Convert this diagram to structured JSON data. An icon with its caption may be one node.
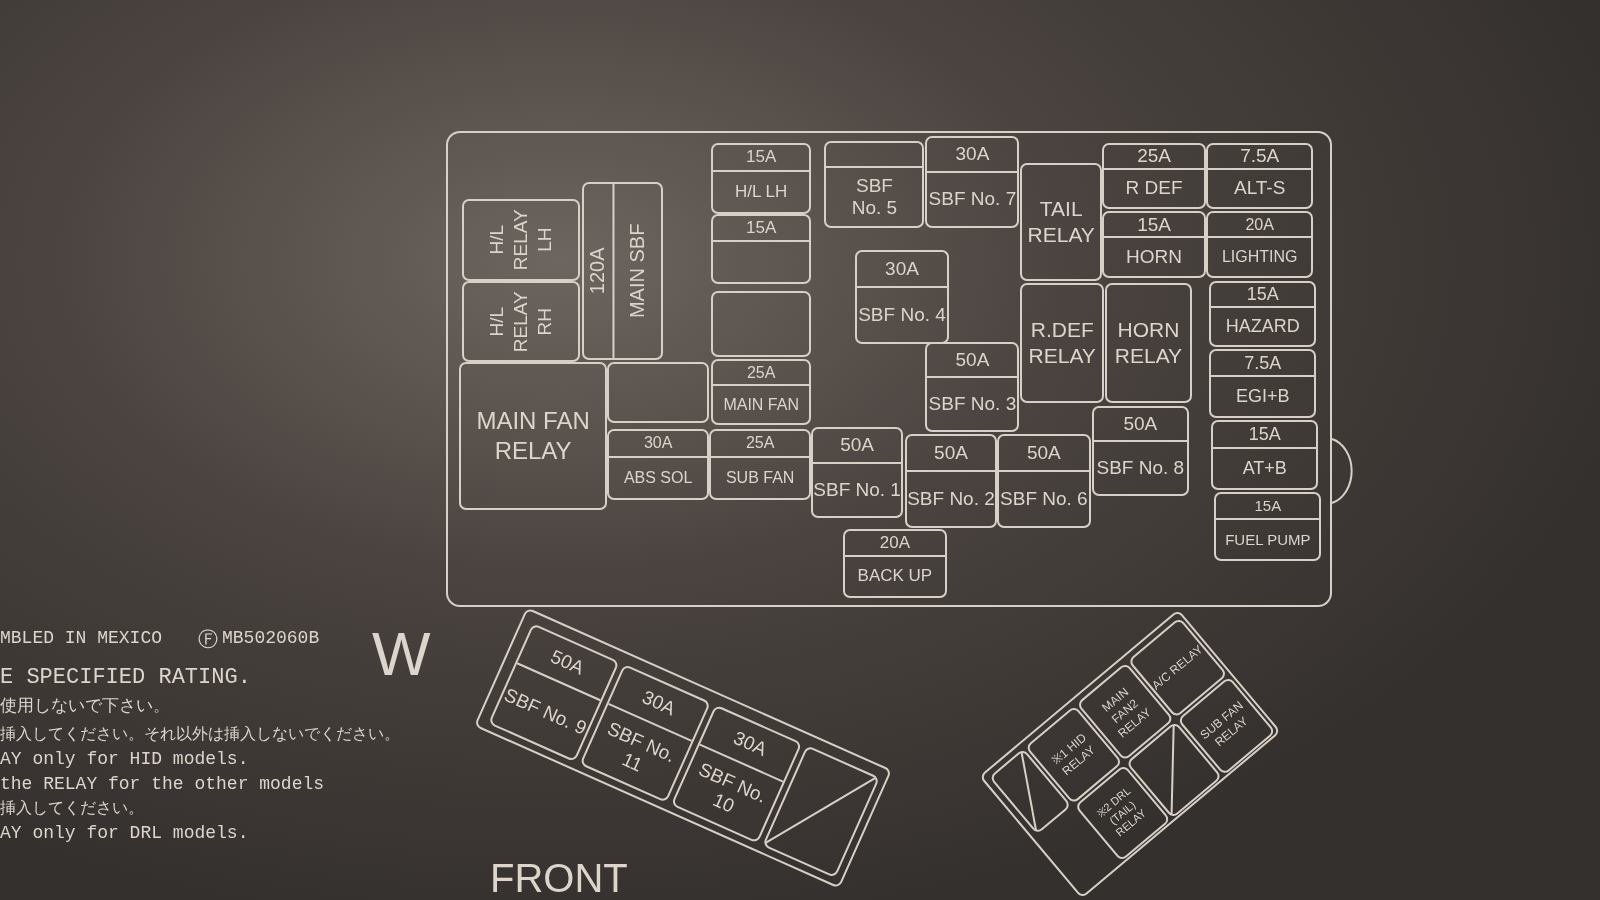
{
  "diagram": {
    "nodes": [
      {
        "text": [],
        "shape": "box"
      },
      {
        "text": [
          "H/L RELAY LH"
        ],
        "in": 0
      },
      {
        "text": [
          "H/L RELAY RH"
        ],
        "in": 0
      },
      {
        "text": [
          "120A",
          "MAIN SBF"
        ],
        "in": 0
      },
      {
        "text": [
          "15A",
          "H/L LH"
        ],
        "in": 0
      },
      {
        "text": [
          "15A"
        ],
        "in": 0
      },
      {
        "text": [],
        "shape": "box",
        "in": 0
      },
      {
        "text": [
          "MAIN FAN RELAY"
        ],
        "in": 0
      },
      {
        "text": [],
        "shape": "box",
        "in": 0
      },
      {
        "text": [
          "25A",
          "MAIN FAN"
        ],
        "in": 0
      },
      {
        "text": [
          "30A",
          "ABS SOL"
        ],
        "in": 0
      },
      {
        "text": [
          "25A",
          "SUB FAN"
        ],
        "in": 0
      },
      {
        "text": [
          "SBF No. 5"
        ],
        "in": 0
      },
      {
        "text": [
          "30A",
          "SBF No. 7"
        ],
        "in": 0
      },
      {
        "text": [
          "TAIL RELAY"
        ],
        "in": 0
      },
      {
        "text": [
          "25A",
          "R DEF"
        ],
        "in": 0
      },
      {
        "text": [
          "7.5A",
          "ALT-S"
        ],
        "in": 0
      },
      {
        "text": [
          "15A",
          "HORN"
        ],
        "in": 0
      },
      {
        "text": [
          "20A",
          "LIGHTING"
        ],
        "in": 0
      },
      {
        "text": [
          "30A",
          "SBF No. 4"
        ],
        "in": 0
      },
      {
        "text": [
          "R.DEF RELAY"
        ],
        "in": 0
      },
      {
        "text": [
          "HORN RELAY"
        ],
        "in": 0
      },
      {
        "text": [
          "15A",
          "HAZARD"
        ],
        "in": 0
      },
      {
        "text": [
          "50A",
          "SBF No. 3"
        ],
        "in": 0
      },
      {
        "text": [
          "7.5A",
          "EGI+B"
        ],
        "in": 0
      },
      {
        "text": [
          "50A",
          "SBF No. 8"
        ],
        "in": 0
      },
      {
        "text": [
          "15A",
          "AT+B"
        ],
        "in": 0
      },
      {
        "text": [
          "50A",
          "SBF No. 1"
        ],
        "in": 0
      },
      {
        "text": [
          "50A",
          "SBF No. 2"
        ],
        "in": 0
      },
      {
        "text": [
          "50A",
          "SBF No. 6"
        ],
        "in": 0
      },
      {
        "text": [
          "15A",
          "FUEL PUMP"
        ],
        "in": 0
      },
      {
        "text": [
          "20A",
          "BACK UP"
        ],
        "in": 0
      },
      {
        "text": [],
        "shape": "box"
      },
      {
        "text": [
          "50A",
          "SBF No. 9"
        ],
        "in": 32
      },
      {
        "text": [
          "30A",
          "SBF No. 11"
        ],
        "in": 32
      },
      {
        "text": [
          "30A",
          "SBF No. 10"
        ],
        "in": 32
      },
      {
        "text": [],
        "shape": "box",
        "in": 32
      },
      {
        "text": [],
        "shape": "box"
      },
      {
        "text": [],
        "shape": "box",
        "in": 37
      },
      {
        "text": [
          "※1 HID RELAY"
        ],
        "in": 37
      },
      {
        "text": [
          "MAIN FAN2 RELAY"
        ],
        "in": 37
      },
      {
        "text": [
          "A/C RELAY"
        ],
        "in": 37
      },
      {
        "text": [
          "※2 DRL (TAIL) RELAY"
        ],
        "in": 37
      },
      {
        "text": [],
        "shape": "box",
        "in": 37
      },
      {
        "text": [
          "SUB FAN RELAY"
        ],
        "in": 37
      }
    ],
    "labels": [
      "MBLED IN MEXICO",
      "Ⓕ",
      "MB502060B",
      "W",
      "E SPECIFIED RATING.",
      "使用しないで下さい。",
      "挿入してください。それ以外は挿入しないでください。",
      "AY only for HID models.",
      "the RELAY for the other models",
      "挿入してください。",
      "AY only for DRL models.",
      "FRONT"
    ]
  }
}
